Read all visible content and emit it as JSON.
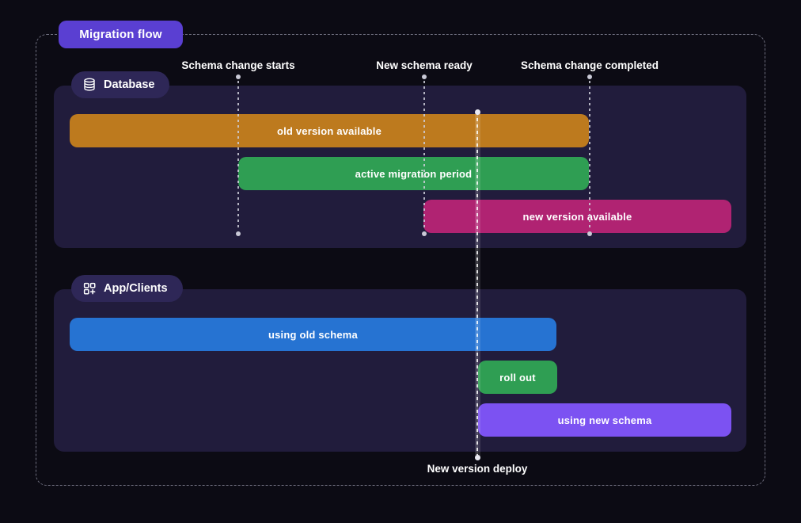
{
  "title": "Migration flow",
  "timeline_markers": {
    "schema_change_starts": "Schema change starts",
    "new_schema_ready": "New schema ready",
    "schema_change_completed": "Schema change completed",
    "new_version_deploy": "New version deploy"
  },
  "lanes": [
    {
      "name": "Database",
      "icon": "database-icon",
      "bars": [
        {
          "label": "old version available",
          "color": "#bd7a1e"
        },
        {
          "label": "active migration period",
          "color": "#2f9e53"
        },
        {
          "label": "new version available",
          "color": "#b02372"
        }
      ]
    },
    {
      "name": "App/Clients",
      "icon": "apps-grid-icon",
      "bars": [
        {
          "label": "using old schema",
          "color": "#2673d2"
        },
        {
          "label": "roll out",
          "color": "#2f9e53"
        },
        {
          "label": "using new schema",
          "color": "#7c52f2"
        }
      ]
    }
  ],
  "colors": {
    "background": "#0c0b14",
    "lane_panel": "#211c3c",
    "title_badge": "#5a3fd2",
    "lane_badge": "#2e2757",
    "dashed_border": "#6e6e7e",
    "marker_line": "#c9c9d6",
    "deploy_line": "#e9e9f2",
    "text": "#ffffff"
  }
}
